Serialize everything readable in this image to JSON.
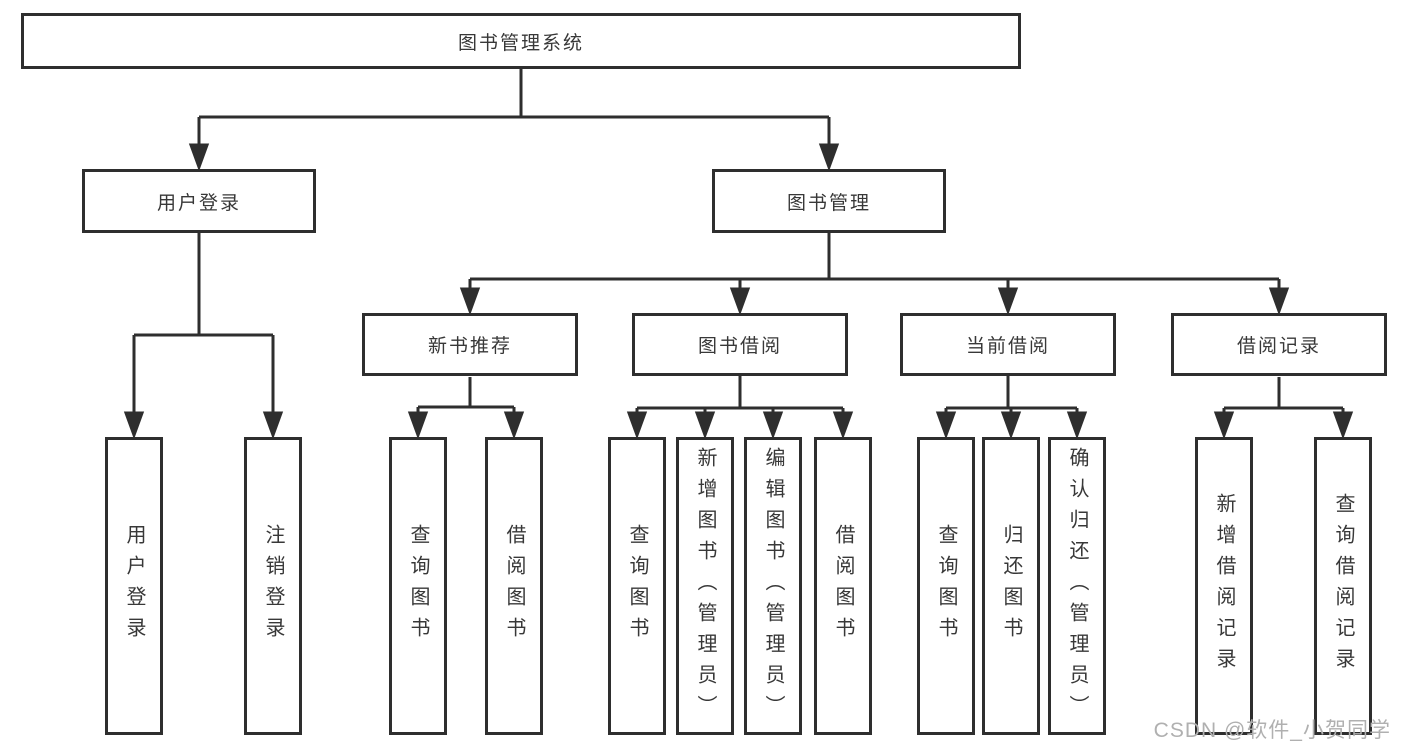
{
  "diagram": {
    "type": "hierarchy",
    "root": {
      "label": "图书管理系统"
    },
    "level2": [
      {
        "label": "用户登录"
      },
      {
        "label": "图书管理"
      }
    ],
    "level3": [
      {
        "label": "新书推荐"
      },
      {
        "label": "图书借阅"
      },
      {
        "label": "当前借阅"
      },
      {
        "label": "借阅记录"
      }
    ],
    "leaves": [
      {
        "label": "用户登录",
        "parent": "用户登录"
      },
      {
        "label": "注销登录",
        "parent": "用户登录"
      },
      {
        "label": "查询图书",
        "parent": "新书推荐"
      },
      {
        "label": "借阅图书",
        "parent": "新书推荐"
      },
      {
        "label": "查询图书",
        "parent": "图书借阅"
      },
      {
        "label": "新增图书（管理员）",
        "parent": "图书借阅"
      },
      {
        "label": "编辑图书（管理员）",
        "parent": "图书借阅"
      },
      {
        "label": "借阅图书",
        "parent": "图书借阅"
      },
      {
        "label": "查询图书",
        "parent": "当前借阅"
      },
      {
        "label": "归还图书",
        "parent": "当前借阅"
      },
      {
        "label": "确认归还（管理员）",
        "parent": "当前借阅"
      },
      {
        "label": "新增借阅记录",
        "parent": "借阅记录"
      },
      {
        "label": "查询借阅记录",
        "parent": "借阅记录"
      }
    ],
    "colors": {
      "line": "#2e2e2e",
      "text": "#383838",
      "box_fill": "#ffffff",
      "watermark": "#b0b0b0"
    }
  },
  "watermark": {
    "text": "CSDN @软件_小贺同学"
  }
}
